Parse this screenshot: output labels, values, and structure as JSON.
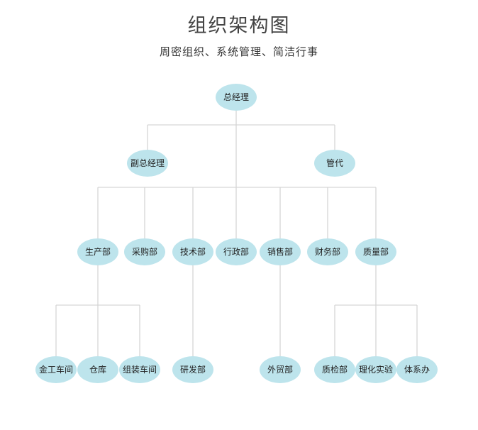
{
  "title": "组织架构图",
  "subtitle": "周密组织、系统管理、简洁行事",
  "colors": {
    "node": "#bde4ec",
    "line": "#d6d6d6"
  },
  "nodes": {
    "root": "总经理",
    "level2": [
      "副总经理",
      "管代"
    ],
    "level3": [
      "生产部",
      "采购部",
      "技术部",
      "行政部",
      "销售部",
      "财务部",
      "质量部"
    ],
    "level4": [
      "金工车间",
      "仓库",
      "组装车间",
      "研发部",
      "外贸部",
      "质检部",
      "理化实验",
      "体系办"
    ]
  }
}
